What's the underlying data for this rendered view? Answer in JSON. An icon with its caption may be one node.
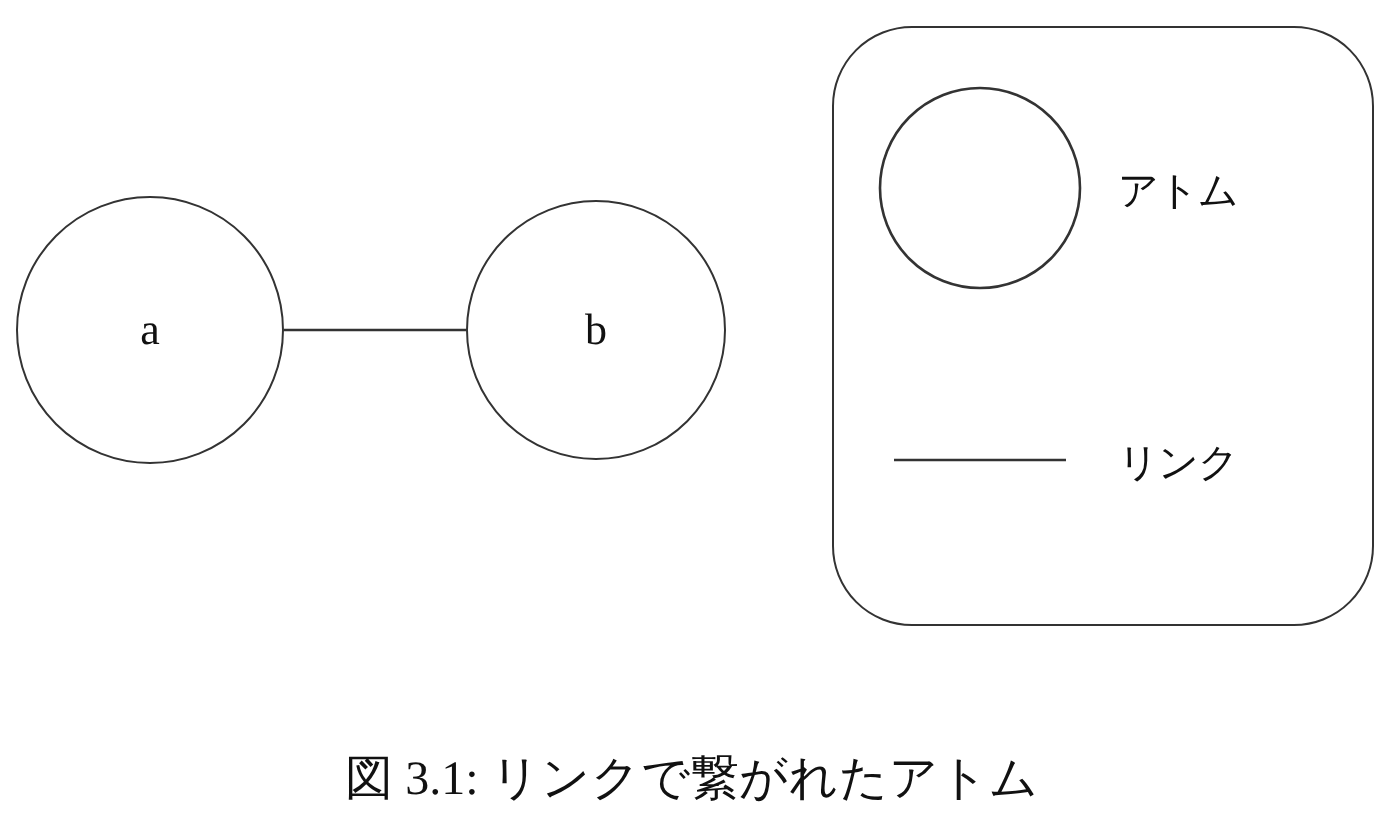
{
  "diagram": {
    "caption": "図 3.1: リンクで繋がれたアトム",
    "nodes": [
      {
        "text": [
          "a"
        ]
      },
      {
        "text": [
          "b"
        ]
      }
    ],
    "edges": [
      {
        "from": 0,
        "to": 1,
        "arrow": "none"
      }
    ],
    "legend": [
      {
        "text": "アトム"
      },
      {
        "text": "リンク"
      }
    ]
  }
}
